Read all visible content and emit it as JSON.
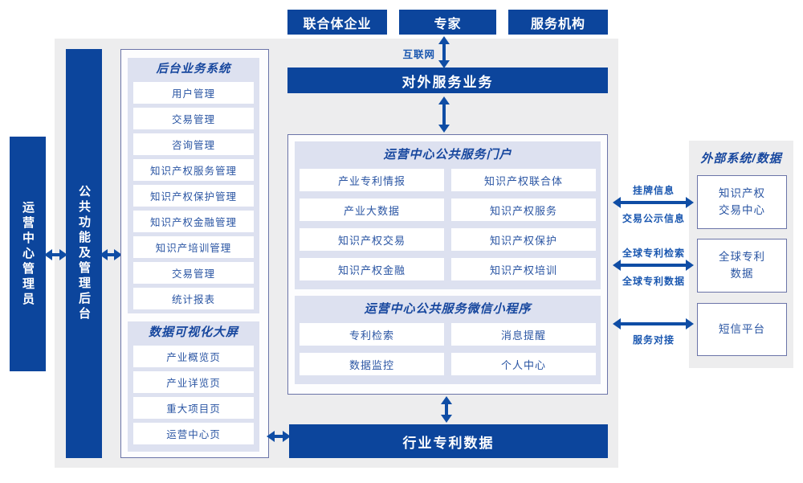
{
  "colors": {
    "dark_blue": "#0c459c",
    "arrow_blue": "#0f4da5",
    "label_blue": "#1a57b0",
    "item_text_blue": "#2a55a3",
    "panel_border": "#6b74a8",
    "lavender_panel": "#dde1f0",
    "gray_background": "#ededee"
  },
  "top_actors": [
    {
      "label": "联合体企业"
    },
    {
      "label": "专家"
    },
    {
      "label": "服务机构"
    }
  ],
  "internet_label": "互联网",
  "external_service_bar": "对外服务业务",
  "left": {
    "admin_vertical": "运营中心管理员",
    "backend_vertical": "公共功能及管理后台",
    "backend_system": {
      "title": "后台业务系统",
      "items": [
        "用户管理",
        "交易管理",
        "咨询管理",
        "知识产权服务管理",
        "知识产权保护管理",
        "知识产权金融管理",
        "知识产培训管理",
        "交易管理",
        "统计报表"
      ]
    },
    "visualization": {
      "title": "数据可视化大屏",
      "items": [
        "产业概览页",
        "产业详览页",
        "重大项目页",
        "运营中心页"
      ]
    }
  },
  "center": {
    "portal": {
      "title": "运营中心公共服务门户",
      "items": [
        "产业专利情报",
        "知识产权联合体",
        "产业大数据",
        "知识产权服务",
        "知识产权交易",
        "知识产权保护",
        "知识产权金融",
        "知识产权培训"
      ]
    },
    "miniprogram": {
      "title": "运营中心公共服务微信小程序",
      "items": [
        "专利检索",
        "消息提醒",
        "数据监控",
        "个人中心"
      ]
    }
  },
  "bottom_bar": "行业专利数据",
  "right": {
    "title": "外部系统/数据",
    "systems": [
      "知识产权\n交易中心",
      "全球专利\n数据",
      "短信平台"
    ],
    "links": {
      "l1_top": "挂牌信息",
      "l1_bottom": "交易公示信息",
      "l2_top": "全球专利检索",
      "l2_bottom": "全球专利数据",
      "l3_bottom": "服务对接"
    }
  }
}
